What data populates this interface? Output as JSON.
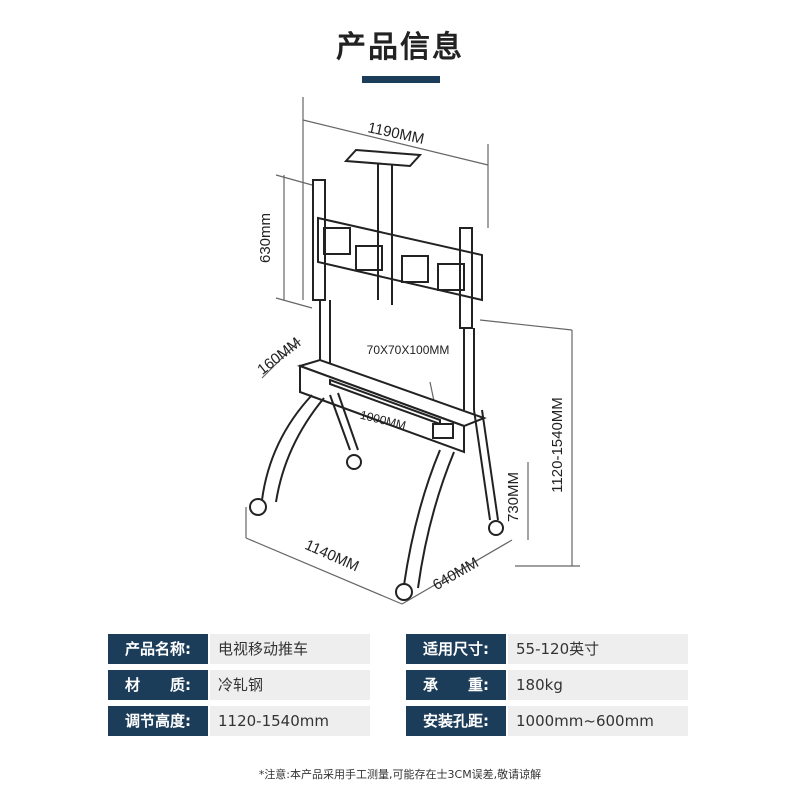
{
  "header": {
    "title": "产品信息",
    "accent_color": "#1c3d5a"
  },
  "dimensions": {
    "top_width": "1190MM",
    "panel_height": "630mm",
    "tray_depth": "160MM",
    "vesa": "70X70X100MM",
    "tray_width": "1000MM",
    "height_range": "1120-1540MM",
    "base_height": "730MM",
    "base_width": "1140MM",
    "base_depth": "640MM"
  },
  "specs": {
    "left": [
      {
        "label": "产品名称:",
        "value": "电视移动推车"
      },
      {
        "label": "材　　质:",
        "value": "冷轧钢"
      },
      {
        "label": "调节高度:",
        "value": "1120-1540mm"
      }
    ],
    "right": [
      {
        "label": "适用尺寸:",
        "value": "55-120英寸"
      },
      {
        "label": "承　　重:",
        "value": "180kg"
      },
      {
        "label": "安装孔距:",
        "value": "1000mm~600mm"
      }
    ]
  },
  "note": "*注意:本产品采用手工测量,可能存在士3CM误差,敬请谅解"
}
